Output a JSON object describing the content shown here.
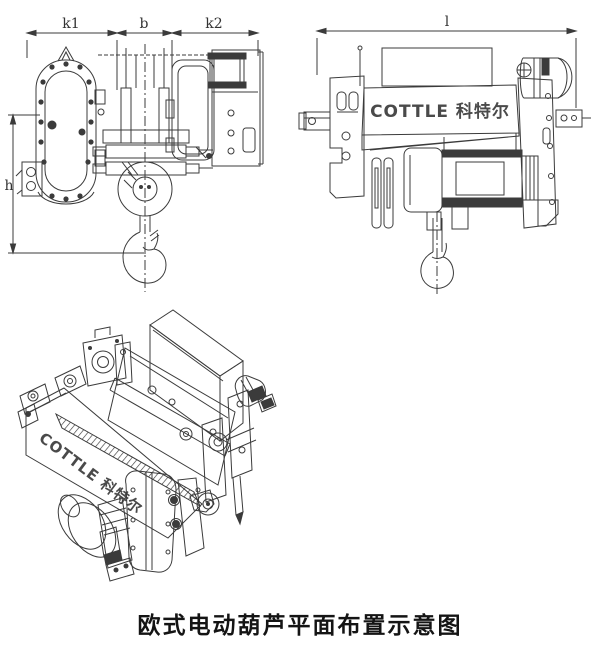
{
  "figure": {
    "caption": "欧式电动葫芦平面布置示意图",
    "background": "#ffffff",
    "line_color": "#3b3b3b"
  },
  "brand": {
    "label": "COTTLE 科特尔",
    "color": "#4a4a4a"
  },
  "front_view": {
    "description": "front-view-of-electric-hoist-trolley-with-hook",
    "dim_k1": "k1",
    "dim_b": "b",
    "dim_k2": "k2",
    "dim_h": "h"
  },
  "side_view": {
    "description": "side-view-of-electric-hoist",
    "dim_l": "l",
    "brand_label": "COTTLE 科特尔"
  },
  "iso_view": {
    "description": "isometric-view-of-electric-hoist",
    "brand_label": "COTTLE 科特尔"
  }
}
